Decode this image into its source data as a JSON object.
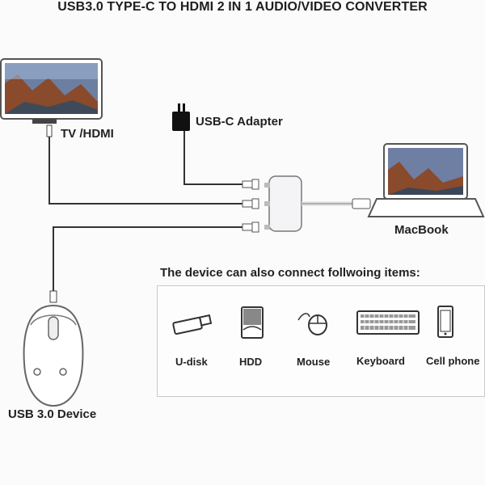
{
  "title": "USB3.0 TYPE-C TO HDMI 2 IN 1 AUDIO/VIDEO CONVERTER",
  "labels": {
    "tv": "TV /HDMI",
    "adapter": "USB-C Adapter",
    "macbook": "MacBook",
    "usb_device": "USB 3.0 Device"
  },
  "also_connect": {
    "heading": "The device can also connect follwoing items:",
    "items": [
      {
        "label": "U-disk",
        "icon": "usb-stick-icon"
      },
      {
        "label": "HDD",
        "icon": "hdd-icon"
      },
      {
        "label": "Mouse",
        "icon": "mouse-icon"
      },
      {
        "label": "Keyboard",
        "icon": "keyboard-icon"
      },
      {
        "label": "Cell phone",
        "icon": "cell-phone-icon"
      }
    ]
  }
}
